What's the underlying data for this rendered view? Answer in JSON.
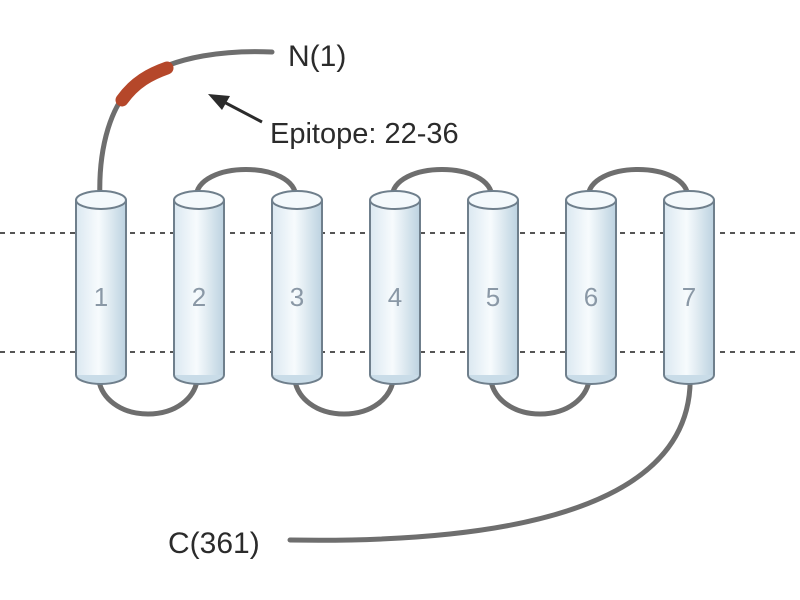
{
  "n_terminus": "N(1)",
  "c_terminus": "C(361)",
  "epitope_label": "Epitope: 22-36",
  "helices": [
    {
      "label": "1"
    },
    {
      "label": "2"
    },
    {
      "label": "3"
    },
    {
      "label": "4"
    },
    {
      "label": "5"
    },
    {
      "label": "6"
    },
    {
      "label": "7"
    }
  ],
  "colors": {
    "helix_fill_top": "#f4f9fc",
    "helix_fill_bottom": "#c9dce8",
    "helix_stroke": "#6f7f8c",
    "loop_stroke": "#6e6e6e",
    "epitope": "#b5472a",
    "text": "#2b2b2b"
  }
}
